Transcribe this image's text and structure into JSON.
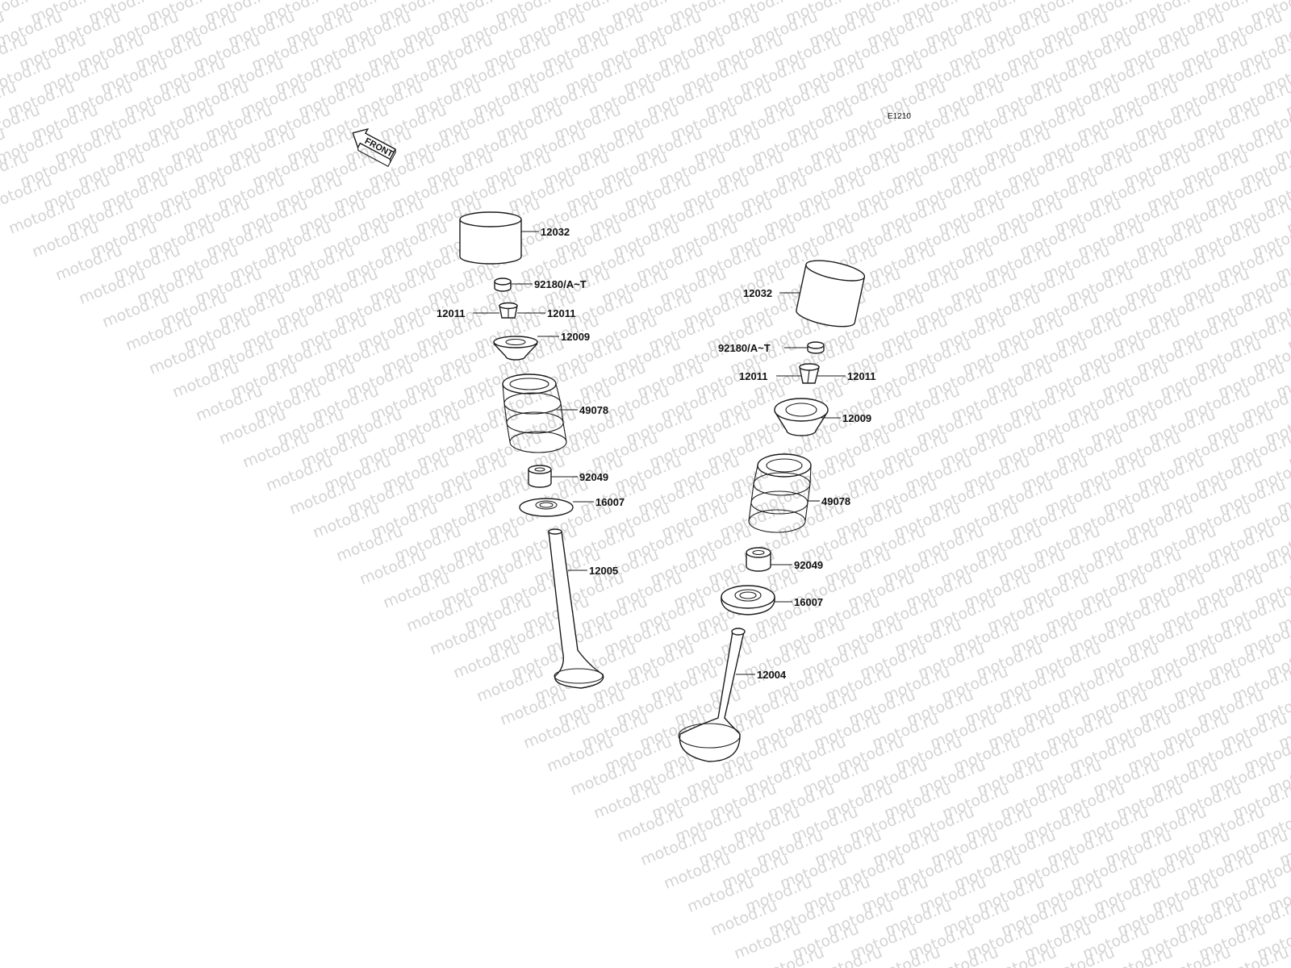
{
  "watermark": "motod.ru",
  "diagram_code": "E1210",
  "front_label": "FRONT",
  "colors": {
    "ink": "#1a1a1a",
    "watermark": "#d4d4d4",
    "background": "#ffffff"
  },
  "left_assembly": {
    "tappet": "12032",
    "shim": "92180/A~T",
    "cotter_left": "12011",
    "cotter_right": "12011",
    "retainer": "12009",
    "spring": "49078",
    "stem_seal": "92049",
    "spring_seat": "16007",
    "valve": "12005"
  },
  "right_assembly": {
    "tappet": "12032",
    "shim": "92180/A~T",
    "cotter_left": "12011",
    "cotter_right": "12011",
    "retainer": "12009",
    "spring": "49078",
    "stem_seal": "92049",
    "spring_seat": "16007",
    "valve": "12004"
  }
}
